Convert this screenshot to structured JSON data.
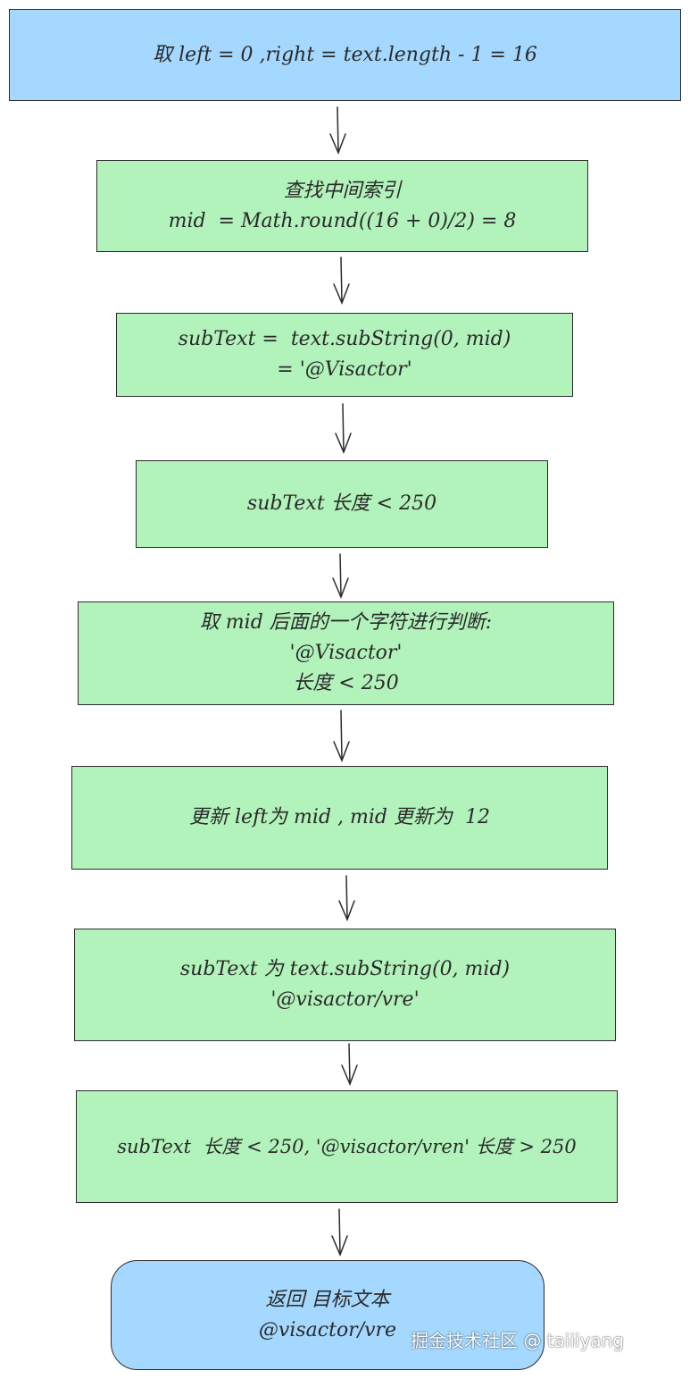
{
  "nodes": [
    {
      "id": "init",
      "lines": [
        "取 left = 0 ,right = text.length - 1 = 16"
      ]
    },
    {
      "id": "find-mid",
      "lines": [
        "查找中间索引",
        "mid  = Math.round((16 + 0)/2) = 8"
      ]
    },
    {
      "id": "substring",
      "lines": [
        "subText =  text.subString(0, mid)",
        "= '@Visactor'"
      ]
    },
    {
      "id": "check-length",
      "lines": [
        "subText 长度 < 250"
      ]
    },
    {
      "id": "next-char",
      "lines": [
        "取 mid 后面的一个字符进行判断:",
        "'@Visactor'",
        "长度 < 250"
      ]
    },
    {
      "id": "update",
      "lines": [
        "更新 left为 mid , mid 更新为  12"
      ]
    },
    {
      "id": "substring-2",
      "lines": [
        "subText 为 text.subString(0, mid)",
        "'@visactor/vre'"
      ]
    },
    {
      "id": "compare",
      "lines": [
        "subText  长度 < 250, '@visactor/vren' 长度 > 250"
      ]
    },
    {
      "id": "result",
      "lines": [
        "返回 目标文本",
        "@visactor/vre"
      ]
    }
  ],
  "colors": {
    "blue": "#a5d8ff",
    "green": "#b2f2bb",
    "stroke": "#2b2b2b"
  },
  "watermark": "掘金技术社区 @ taiiiyang"
}
